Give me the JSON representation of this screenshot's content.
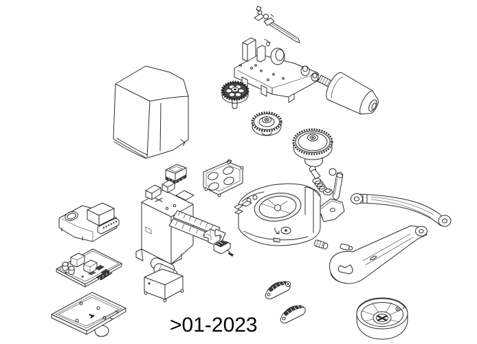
{
  "page": {
    "background": "#ffffff",
    "stroke_color": "#2b2b2b",
    "dark_fill": "#3a3a3a"
  },
  "caption": {
    "text": ">01-2023"
  },
  "diagram": {
    "type": "exploded-parts-diagram",
    "parts": [
      "cover",
      "worm-screw",
      "chassis-base",
      "motor",
      "worm-gear",
      "drive-gear",
      "crown-gear",
      "snap-ring",
      "release-spring-set",
      "release-key",
      "release-cam-plate",
      "curved-arm",
      "straight-arm",
      "pin-screws",
      "dish-cover",
      "limit-cams",
      "terminal-frame",
      "connector-block",
      "gear-housing",
      "clip-connector",
      "cover-bracket",
      "control-board",
      "transformer",
      "base-plate",
      "gearbox-housing"
    ]
  }
}
